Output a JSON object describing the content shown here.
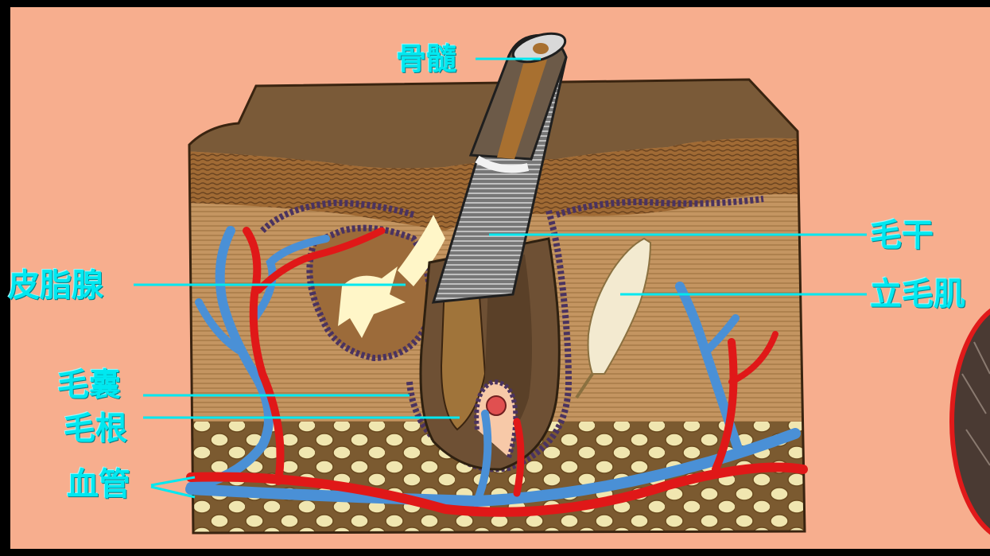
{
  "colors": {
    "slide_bg": "#f7ae8e",
    "frame": "#000000",
    "label": "#00e8f0",
    "epidermis": "#8a5a2b",
    "dermis": "#c49561",
    "fat": "#efe3a6",
    "artery": "#e01818",
    "vein": "#4a90d6",
    "hair": "#7a5a38",
    "highlight_ring": "#e11a1a"
  },
  "labels": {
    "bone_marrow": "骨髓",
    "hair_shaft": "毛干",
    "arrector_pili": "立毛肌",
    "sebaceous_gland": "皮脂腺",
    "hair_follicle": "毛囊",
    "hair_root": "毛根",
    "blood_vessel": "血管"
  }
}
